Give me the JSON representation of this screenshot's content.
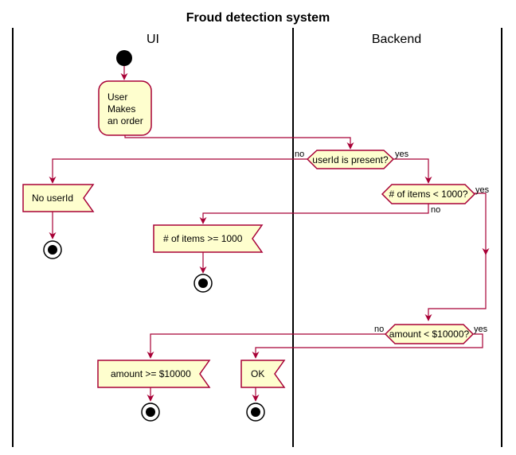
{
  "title": "Froud detection system",
  "lanes": [
    "UI",
    "Backend"
  ],
  "nodes": {
    "action_order": [
      "User",
      "Makes",
      "an order"
    ],
    "decision_userid": "userId is present?",
    "decision_items": "# of items < 1000?",
    "decision_amount": "amount < $10000?",
    "signal_no_userid": "No userId",
    "signal_items": "# of items >= 1000",
    "signal_amount": "amount >= $10000",
    "signal_ok": "OK"
  },
  "labels": {
    "userid_no": "no",
    "userid_yes": "yes",
    "items_yes": "yes",
    "items_no": "no",
    "amount_no": "no",
    "amount_yes": "yes"
  },
  "colors": {
    "node_fill": "#FEFECE",
    "node_border": "#A80036",
    "edge": "#A80036"
  }
}
